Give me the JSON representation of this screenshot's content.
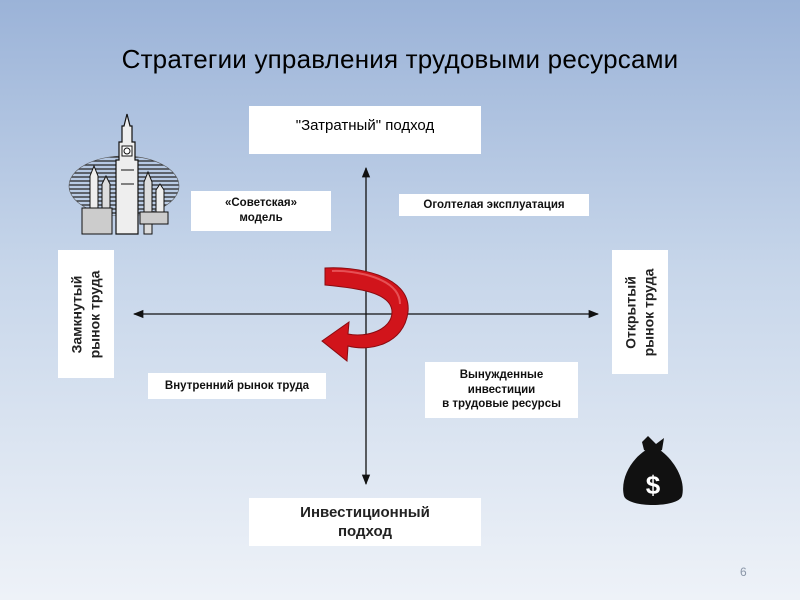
{
  "title": "Стратегии управления трудовыми ресурсами",
  "poles": {
    "top": "\"Затратный\" подход",
    "bottom_line1": "Инвестиционный",
    "bottom_line2": "подход",
    "left_line1": "Замкнутый",
    "left_line2": "рынок труда",
    "right_line1": "Открытый",
    "right_line2": "рынок труда"
  },
  "quadrants": {
    "top_left_line1": "«Советская»",
    "top_left_line2": "модель",
    "top_right": "Оголтелая эксплуатация",
    "bottom_left": "Внутренний рынок труда",
    "bottom_right_line1": "Вынужденные",
    "bottom_right_line2": "инвестиции",
    "bottom_right_line3": "в трудовые ресурсы"
  },
  "icons": {
    "top_left_picture": "kremlin-tower-icon",
    "bottom_right_picture": "money-bag-icon",
    "money_symbol": "$"
  },
  "colors": {
    "arrow": "#d1141b",
    "axis": "#111111"
  },
  "page_number": "6"
}
